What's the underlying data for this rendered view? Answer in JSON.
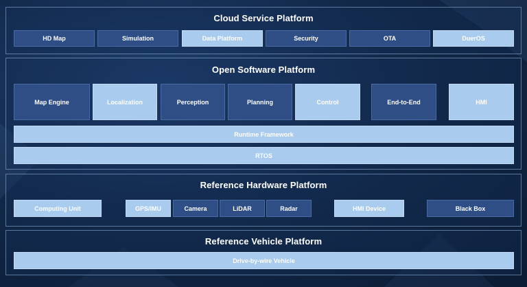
{
  "cloud": {
    "title": "Cloud Service Platform",
    "items": [
      "HD Map",
      "Simulation",
      "Data Platform",
      "Security",
      "OTA",
      "DuerOS"
    ]
  },
  "software": {
    "title": "Open Software Platform",
    "modules": [
      "Map Engine",
      "Localization",
      "Perception",
      "Planning",
      "Control",
      "End-to-End",
      "HMI"
    ],
    "runtime": "Runtime Framework",
    "rtos": "RTOS"
  },
  "hardware": {
    "title": "Reference Hardware Platform",
    "items": [
      "Computing Unit",
      "GPS/IMU",
      "Camera",
      "LiDAR",
      "Radar",
      "HMI Device",
      "Black Box"
    ]
  },
  "vehicle": {
    "title": "Reference Vehicle Platform",
    "item": "Drive-by-wire Vehicle"
  },
  "colors": {
    "dark_box": "#2f4e85",
    "light_box": "#a9cbed",
    "background": "#12294a"
  }
}
